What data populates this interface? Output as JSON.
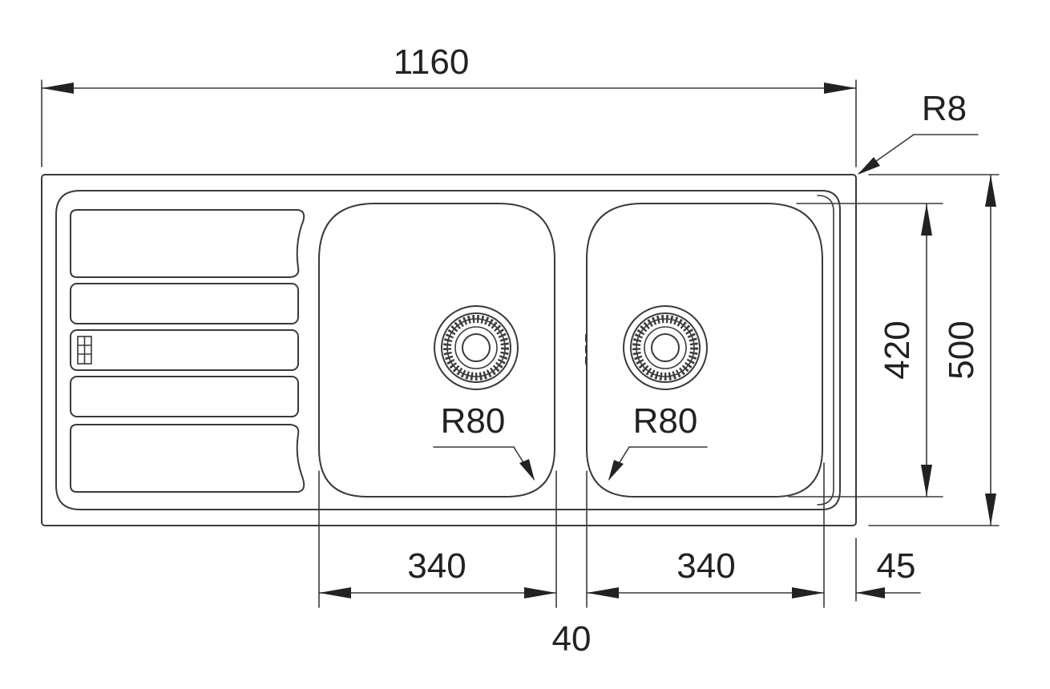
{
  "dimensions": {
    "overall_length": "1160",
    "corner_radius": "R8",
    "overall_depth": "500",
    "bowl_depth": "420",
    "left_bowl_width": "340",
    "right_bowl_width": "340",
    "bowl_gap": "40",
    "right_margin": "45",
    "left_bowl_radius": "R80",
    "right_bowl_radius": "R80"
  }
}
